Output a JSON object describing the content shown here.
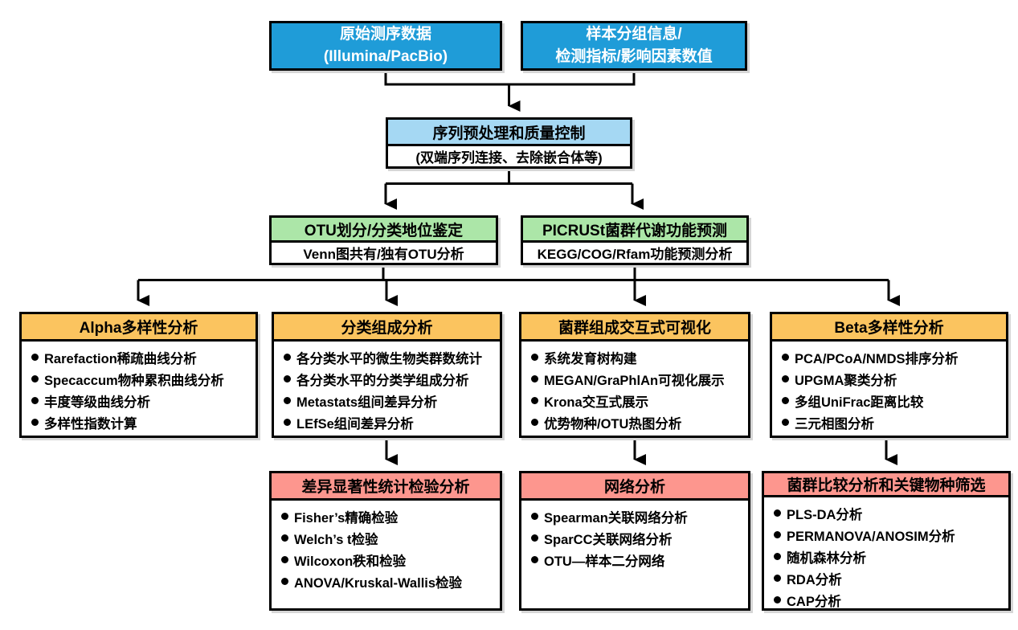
{
  "colors": {
    "blue": "#1F9CD8",
    "light_blue": "#A5D8F3",
    "green": "#ACE6A8",
    "orange": "#FBC45F",
    "pink": "#FD968E",
    "border": "#000000",
    "blue_text": "#ffffff"
  },
  "nodes": {
    "raw_data": {
      "line1": "原始测序数据",
      "line2": "(Illumina/PacBio)"
    },
    "sample_info": {
      "line1": "样本分组信息/",
      "line2": "检测指标/影响因素数值"
    },
    "preprocess": {
      "title": "序列预处理和质量控制",
      "subtitle": "(双端序列连接、去除嵌合体等)"
    },
    "otu": {
      "title": "OTU划分/分类地位鉴定",
      "subtitle": "Venn图共有/独有OTU分析"
    },
    "picrust": {
      "title": "PICRUSt菌群代谢功能预测",
      "subtitle": "KEGG/COG/Rfam功能预测分析"
    },
    "alpha": {
      "title": "Alpha多样性分析",
      "items": [
        "Rarefaction稀疏曲线分析",
        "Specaccum物种累积曲线分析",
        "丰度等级曲线分析",
        "多样性指数计算"
      ]
    },
    "taxonomy": {
      "title": "分类组成分析",
      "items": [
        "各分类水平的微生物类群数统计",
        "各分类水平的分类学组成分析",
        "Metastats组间差异分析",
        "LEfSe组间差异分析"
      ]
    },
    "interactive": {
      "title": "菌群组成交互式可视化",
      "items": [
        "系统发育树构建",
        "MEGAN/GraPhlAn可视化展示",
        "Krona交互式展示",
        "优势物种/OTU热图分析"
      ]
    },
    "beta": {
      "title": "Beta多样性分析",
      "items": [
        "PCA/PCoA/NMDS排序分析",
        "UPGMA聚类分析",
        "多组UniFrac距离比较",
        "三元相图分析"
      ]
    },
    "difftest": {
      "title": "差异显著性统计检验分析",
      "items": [
        "Fisher’s精确检验",
        "Welch’s t检验",
        "Wilcoxon秩和检验",
        "ANOVA/Kruskal-Wallis检验"
      ]
    },
    "network": {
      "title": "网络分析",
      "items": [
        "Spearman关联网络分析",
        "SparCC关联网络分析",
        "OTU—样本二分网络"
      ]
    },
    "comparison": {
      "title": "菌群比较分析和关键物种筛选",
      "items": [
        "PLS-DA分析",
        "PERMANOVA/ANOSIM分析",
        "随机森林分析",
        "RDA分析",
        "CAP分析"
      ]
    }
  }
}
